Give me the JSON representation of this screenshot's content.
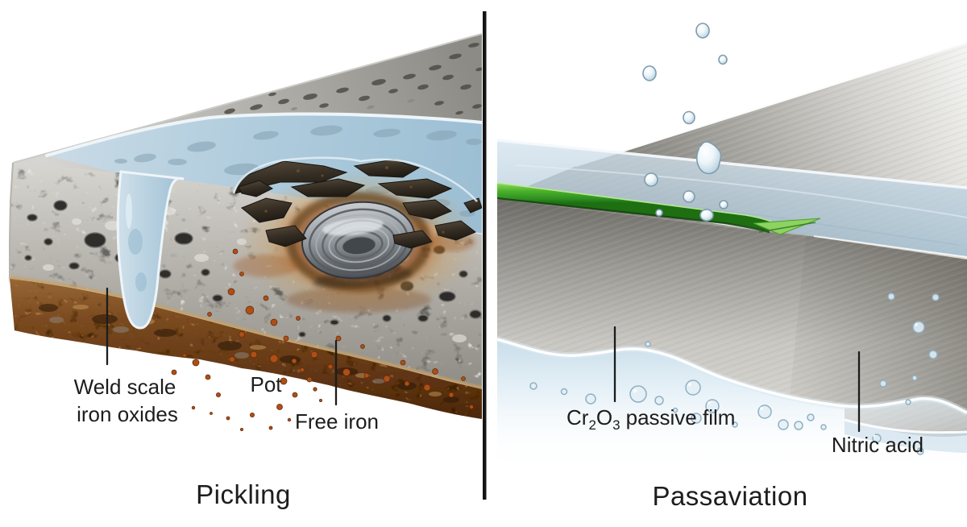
{
  "figure": {
    "left": {
      "title": "Pickling",
      "labels": {
        "weld_scale_1": "Weld scale",
        "weld_scale_2": "iron oxides",
        "pot": "Pot",
        "free_iron": "Free iron"
      }
    },
    "right": {
      "title": "Passaviation",
      "labels": {
        "film_pre": "Cr",
        "film_sub1": "2",
        "film_mid": "O",
        "film_sub2": "3",
        "film_rest": "passive film",
        "nitric_acid": "Nitric acid"
      }
    },
    "colors": {
      "divider": "#141414",
      "text": "#1d1d1d",
      "passive_film_green": "#4db32c",
      "acid_pool_blue": "#aecbdc",
      "rust_orange": "#ad4f17",
      "steel_gray": "#a8a6a0"
    }
  }
}
